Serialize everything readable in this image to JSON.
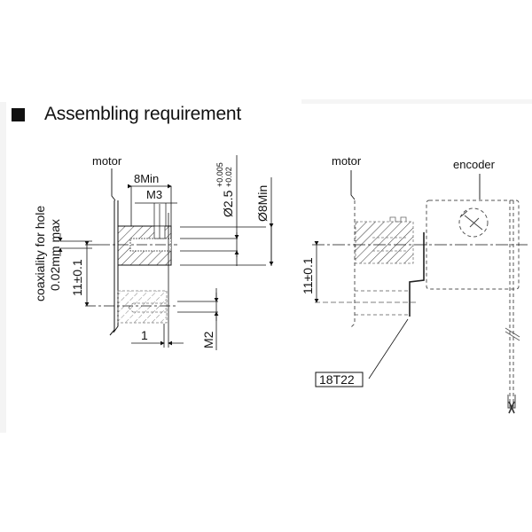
{
  "title": {
    "icon": "black-square-icon",
    "text": "Assembling requirement"
  },
  "left_view": {
    "motor_label": "motor",
    "dim_8min": "8Min",
    "dim_m3": "M3",
    "dim_bore_base": "Ø2.5",
    "dim_bore_upper_tol": "+0.005",
    "dim_bore_lower_tol": "+0.02",
    "dim_8min_dia": "Ø8Min",
    "coaxiality_line1": "coaxiality for hole",
    "coaxiality_line2": "0.02mm max",
    "dim_center_distance": "11±0.1",
    "dim_1": "1",
    "dim_m2": "M2"
  },
  "right_view": {
    "motor_label": "motor",
    "encoder_label": "encoder",
    "dim_center_distance": "11±0.1",
    "part_code": "18T22"
  },
  "colors": {
    "ink": "#111111",
    "hatch": "#444444",
    "dashed": "#555555"
  }
}
